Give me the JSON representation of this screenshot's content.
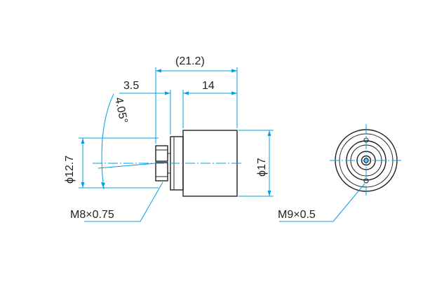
{
  "labels": {
    "overall_length": "(21.2)",
    "lens_length": "3.5",
    "body_length": "14",
    "angle": "4.05°",
    "front_diameter": "ϕ12.7",
    "body_diameter": "ϕ17",
    "front_thread": "M8×0.75",
    "rear_thread": "M9×0.5"
  },
  "colors": {
    "outline": "#231f20",
    "dimension": "#00a0e9",
    "background": "#ffffff"
  }
}
